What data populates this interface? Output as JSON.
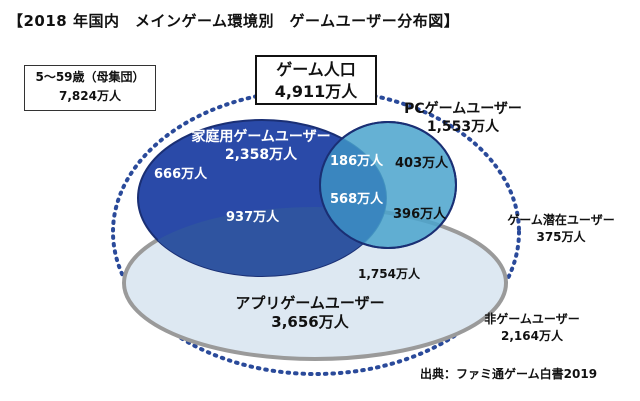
{
  "title": "【2018 年国内　メインゲーム環境別　ゲームユーザー分布図】",
  "population": {
    "line1": "5～59歳（母集団）",
    "line2": "7,824万人"
  },
  "game_total": {
    "line1": "ゲーム人口",
    "line2": "4,911万人"
  },
  "console": {
    "name": "家庭用ゲームユーザー",
    "total": "2,358万人",
    "only": "666万人"
  },
  "pc": {
    "name": "PCゲームユーザー",
    "total": "1,553万人",
    "only": "403万人"
  },
  "app": {
    "name": "アプリゲームユーザー",
    "total": "3,656万人",
    "only": "1,754万人"
  },
  "overlaps": {
    "console_pc": "186万人",
    "all_three": "568万人",
    "console_app": "937万人",
    "pc_app": "396万人"
  },
  "latent": {
    "line1": "ゲーム潜在ユーザー",
    "line2": "375万人"
  },
  "non_game": {
    "line1": "非ゲームユーザー",
    "line2": "2,164万人"
  },
  "source": "出典：ファミ通ゲーム白書2019",
  "colors": {
    "console_fill": "#2a4aa8",
    "pc_fill": "#4aa0c8",
    "app_fill": "#dde8f2",
    "outline": "#2a4a9a"
  }
}
